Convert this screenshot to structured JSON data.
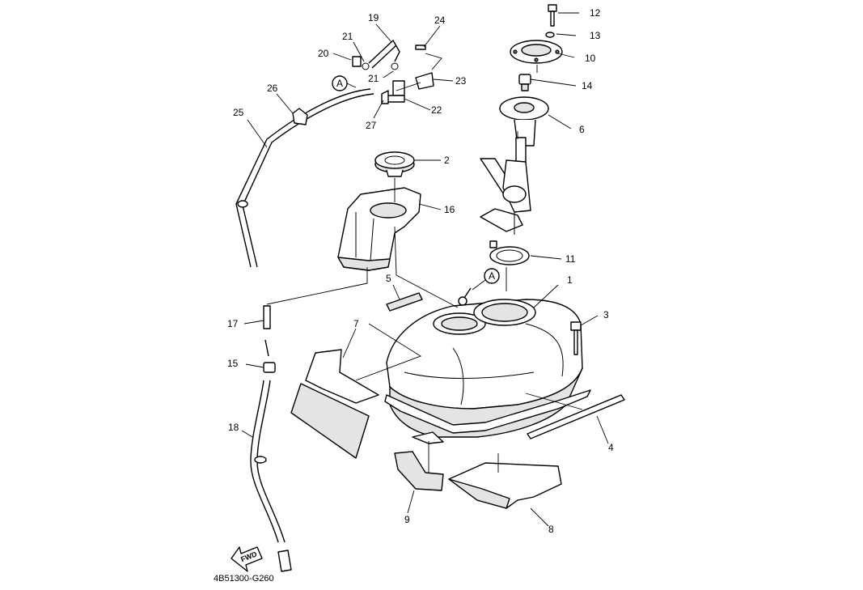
{
  "diagram_code": "4B51300-G260",
  "reference_marker": "A",
  "fwd_label": "FWD",
  "callouts": {
    "p1": "1",
    "p2": "2",
    "p3": "3",
    "p4": "4",
    "p5": "5",
    "p6": "6",
    "p7": "7",
    "p8": "8",
    "p9": "9",
    "p10": "10",
    "p11": "11",
    "p12": "12",
    "p13": "13",
    "p14": "14",
    "p15": "15",
    "p16": "16",
    "p17": "17",
    "p18": "18",
    "p19": "19",
    "p20": "20",
    "p21a": "21",
    "p21b": "21",
    "p22": "22",
    "p23": "23",
    "p24": "24",
    "p25": "25",
    "p26": "26",
    "p27": "27"
  },
  "icons": {
    "forward_arrow": "fwd-arrow-icon",
    "reference_circle": "reference-circle-icon"
  }
}
